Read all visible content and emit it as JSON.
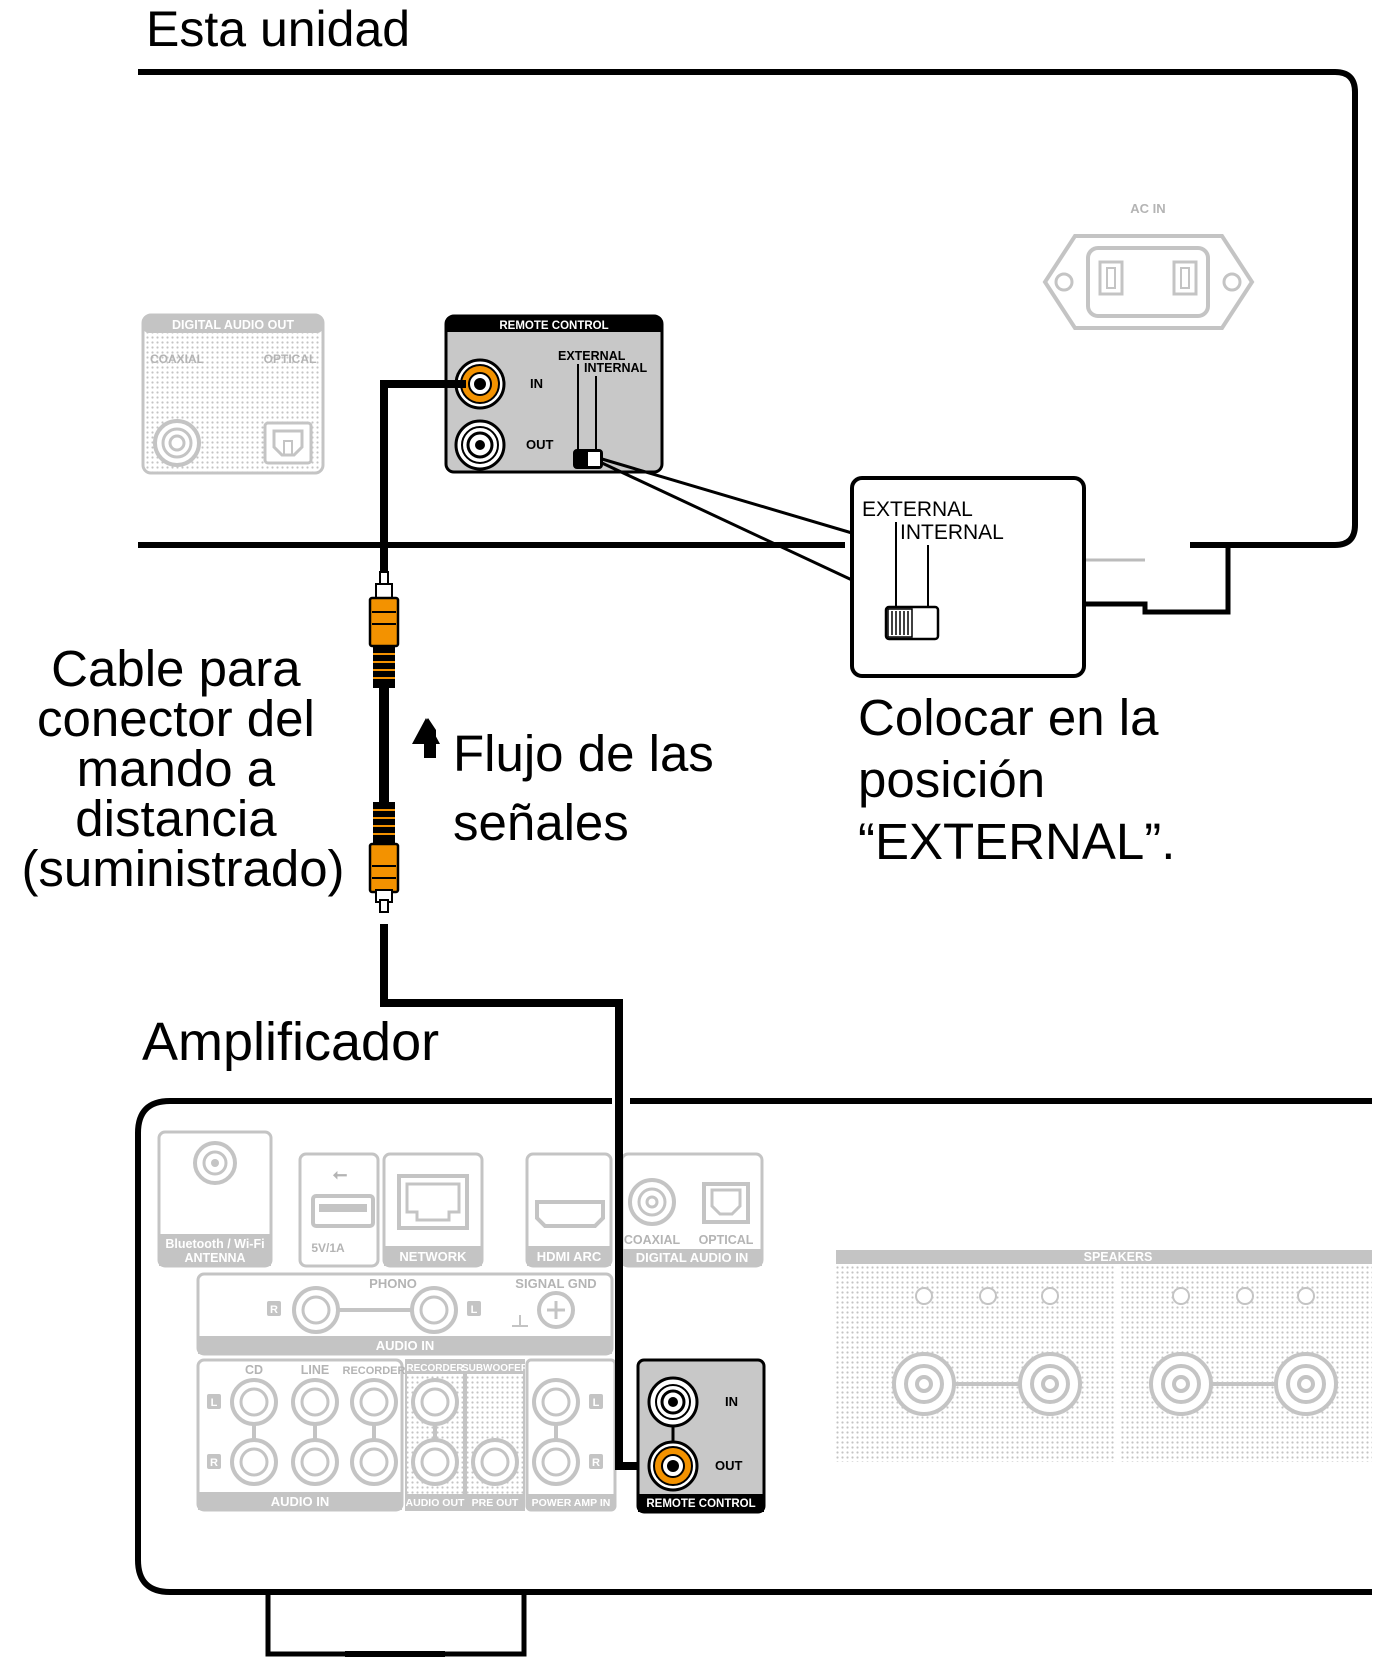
{
  "labels": {
    "this_unit": "Esta unidad",
    "amplifier": "Amplificador",
    "cable_lines": [
      "Cable para",
      "conector del",
      "mando a",
      "distancia",
      "(suministrado)"
    ],
    "flow_lines": [
      "Flujo de las",
      "señales"
    ],
    "set_lines": [
      "Colocar en la",
      "posición",
      "“EXTERNAL”."
    ]
  },
  "unit_panel": {
    "ac_in": "AC IN",
    "digital_audio_out": "DIGITAL AUDIO OUT",
    "coaxial": "COAXIAL",
    "optical": "OPTICAL",
    "remote_control": "REMOTE CONTROL",
    "in": "IN",
    "out": "OUT",
    "external": "EXTERNAL",
    "internal": "INTERNAL"
  },
  "switch_zoom": {
    "external": "EXTERNAL",
    "internal": "INTERNAL"
  },
  "amp_panel": {
    "bt_antenna_1": "Bluetooth / Wi-Fi",
    "bt_antenna_2": "ANTENNA",
    "usb": "5V/1A",
    "network": "NETWORK",
    "hdmi_arc": "HDMI ARC",
    "coaxial": "COAXIAL",
    "optical": "OPTICAL",
    "digital_audio_in": "DIGITAL AUDIO IN",
    "speakers": "SPEAKERS",
    "phono": "PHONO",
    "signal_gnd": "SIGNAL GND",
    "audio_in": "AUDIO IN",
    "cd": "CD",
    "line": "LINE",
    "recorder": "RECORDER",
    "subwoofer": "SUBWOOFER",
    "audio_out": "AUDIO OUT",
    "pre_out": "PRE OUT",
    "power_amp_in": "POWER AMP IN",
    "remote_control": "REMOTE CONTROL",
    "in": "IN",
    "out": "OUT",
    "r": "R",
    "l": "L"
  },
  "colors": {
    "line": "#000000",
    "accent_orange": "#f39200",
    "panel_gray": "#c8c8c8",
    "ghost_gray": "#b4b4b4"
  }
}
